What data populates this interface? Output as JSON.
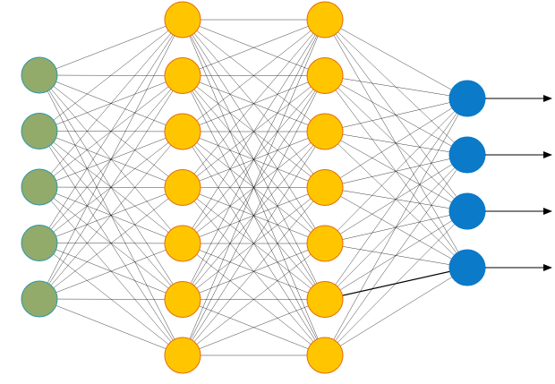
{
  "diagram": {
    "type": "neural-network",
    "layers": [
      {
        "name": "input",
        "count": 5,
        "fill": "#92AA6A",
        "stroke": "#2C9BA5"
      },
      {
        "name": "hidden-1",
        "count": 7,
        "fill": "#FFC600",
        "stroke": "#E36C0A"
      },
      {
        "name": "hidden-2",
        "count": 7,
        "fill": "#FFC600",
        "stroke": "#E36C0A"
      },
      {
        "name": "output",
        "count": 4,
        "fill": "#0A7AC9",
        "stroke": "#0A7AC9"
      }
    ],
    "edge_color": "#000000",
    "fully_connected": true,
    "outputs_have_arrows": true,
    "emphasized_edge": {
      "from_layer": 2,
      "from_node": 5,
      "to_layer": 3,
      "to_node": 3
    }
  }
}
